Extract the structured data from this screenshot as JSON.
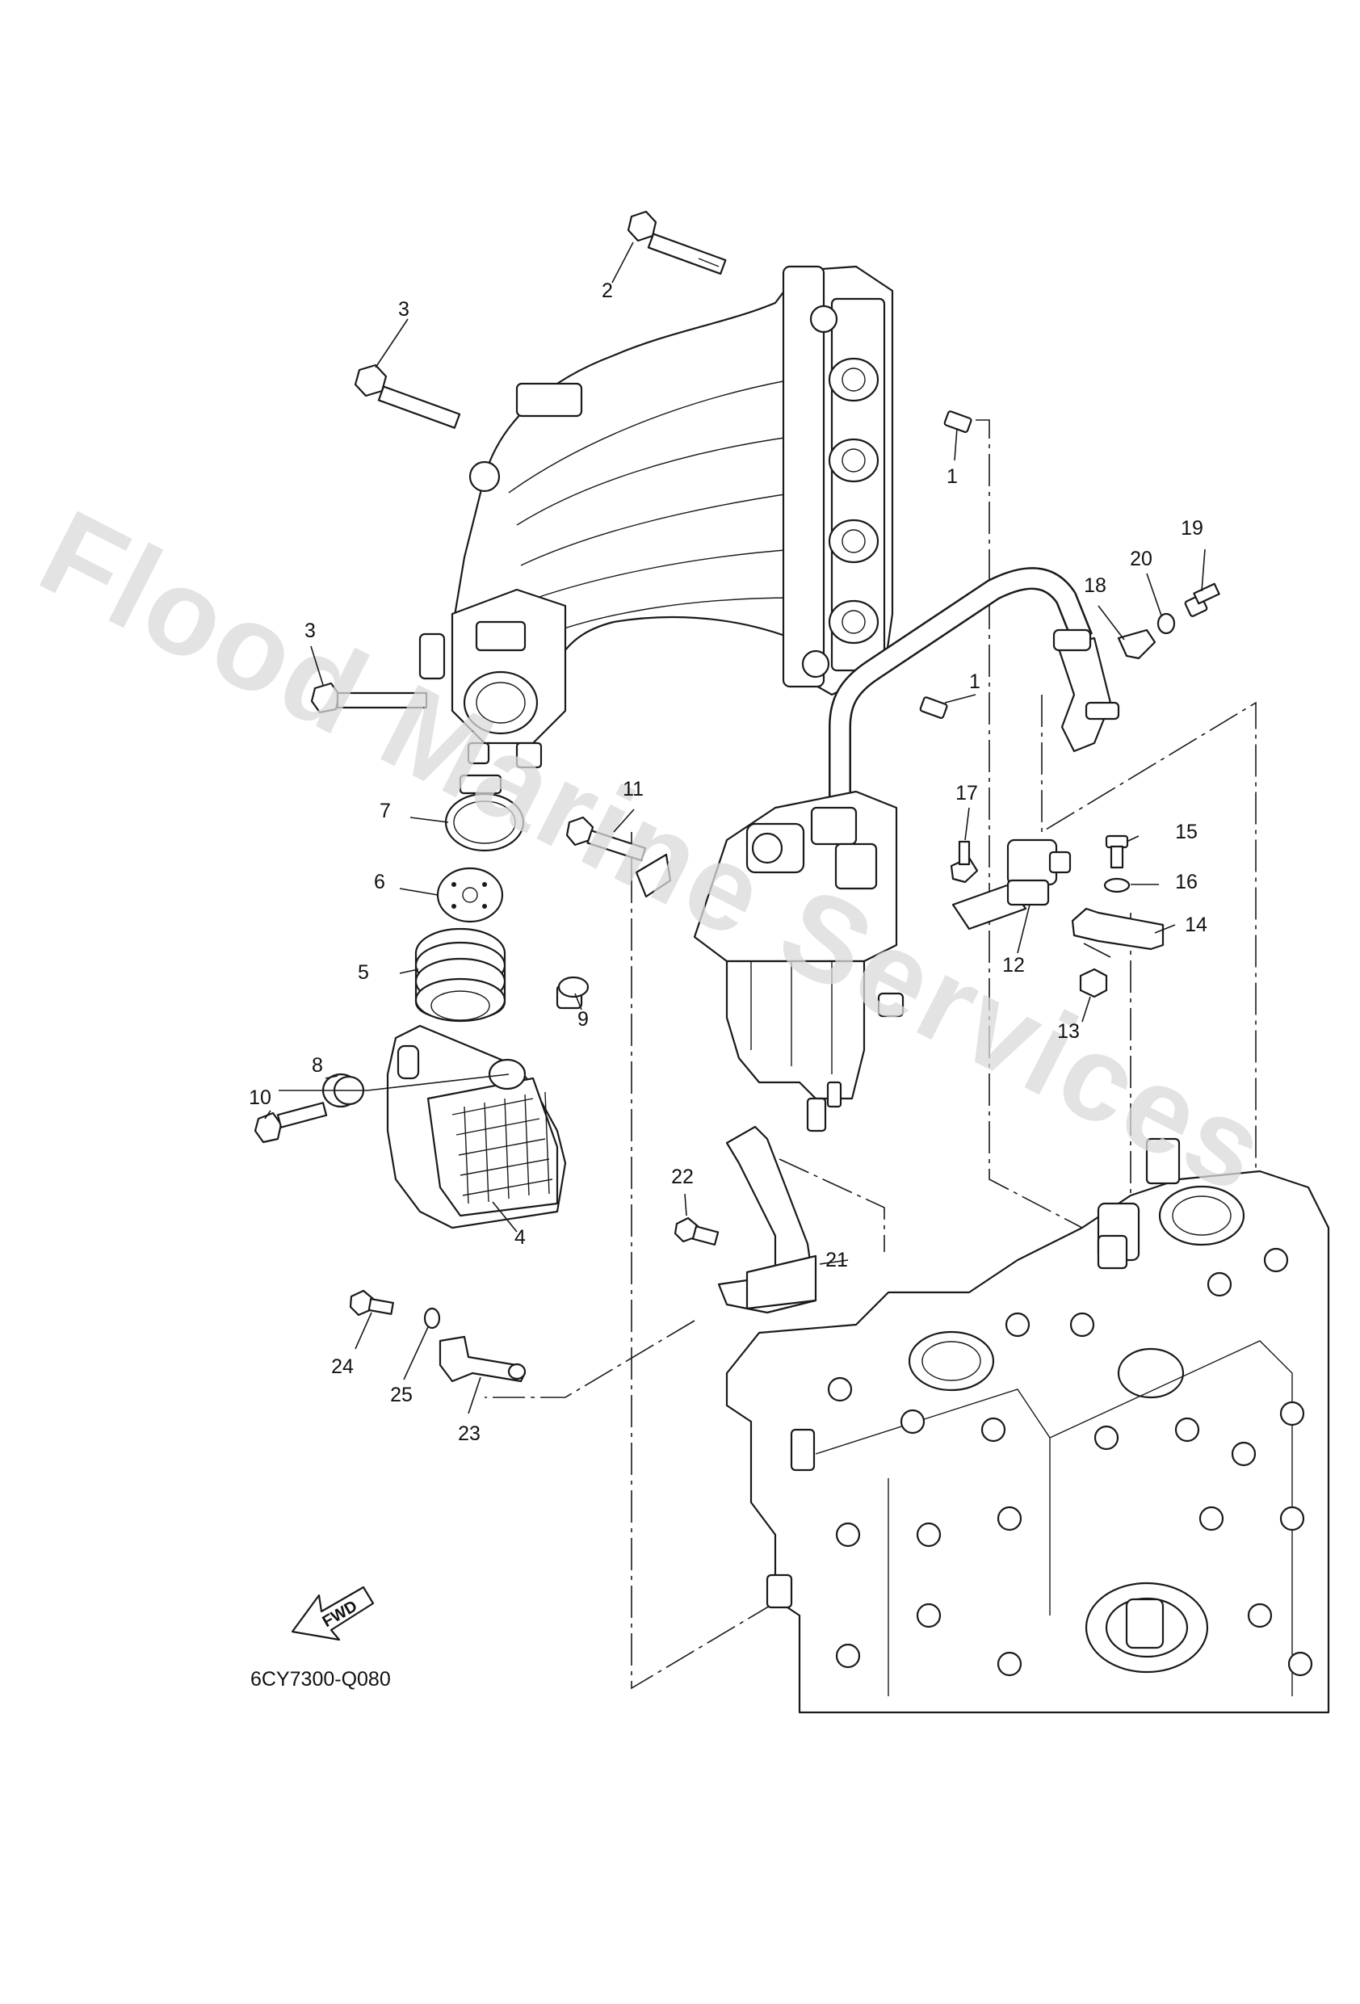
{
  "watermark": "Flood Marine Services",
  "diagram_code": "6CY7300-Q080",
  "fwd_label": "FWD",
  "callouts": [
    {
      "id": "c2",
      "text": "2"
    },
    {
      "id": "c3a",
      "text": "3"
    },
    {
      "id": "c1a",
      "text": "1"
    },
    {
      "id": "c19",
      "text": "19"
    },
    {
      "id": "c20",
      "text": "20"
    },
    {
      "id": "c18",
      "text": "18"
    },
    {
      "id": "c3b",
      "text": "3"
    },
    {
      "id": "c1b",
      "text": "1"
    },
    {
      "id": "c11",
      "text": "11"
    },
    {
      "id": "c17",
      "text": "17"
    },
    {
      "id": "c7",
      "text": "7"
    },
    {
      "id": "c15",
      "text": "15"
    },
    {
      "id": "c16",
      "text": "16"
    },
    {
      "id": "c6",
      "text": "6"
    },
    {
      "id": "c14",
      "text": "14"
    },
    {
      "id": "c12",
      "text": "12"
    },
    {
      "id": "c5",
      "text": "5"
    },
    {
      "id": "c13",
      "text": "13"
    },
    {
      "id": "c9",
      "text": "9"
    },
    {
      "id": "c8",
      "text": "8"
    },
    {
      "id": "c10",
      "text": "10"
    },
    {
      "id": "c4",
      "text": "4"
    },
    {
      "id": "c22",
      "text": "22"
    },
    {
      "id": "c21",
      "text": "21"
    },
    {
      "id": "c24",
      "text": "24"
    },
    {
      "id": "c25",
      "text": "25"
    },
    {
      "id": "c23",
      "text": "23"
    }
  ]
}
